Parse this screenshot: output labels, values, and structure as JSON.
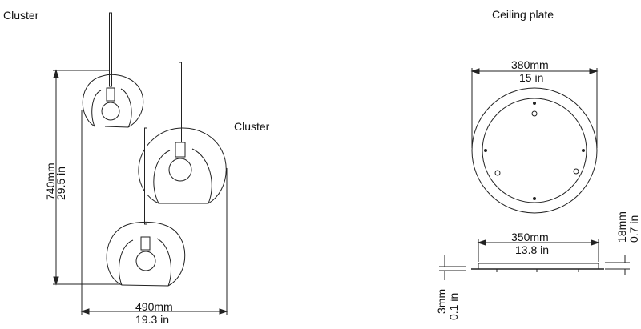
{
  "labels": {
    "cluster_top_left": "Cluster",
    "cluster_middle": "Cluster",
    "ceiling_plate": "Ceiling plate"
  },
  "dimensions": {
    "height_mm": "740mm",
    "height_in": "29.5 in",
    "width_mm": "490mm",
    "width_in": "19.3 in",
    "plate_outer_mm": "380mm",
    "plate_outer_in": "15 in",
    "plate_base_mm": "350mm",
    "plate_base_in": "13.8 in",
    "plate_depth_mm": "18mm",
    "plate_depth_in": "0.7 in",
    "plate_step_mm": "3mm",
    "plate_step_in": "0.1 in"
  },
  "colors": {
    "line": "#222222"
  }
}
